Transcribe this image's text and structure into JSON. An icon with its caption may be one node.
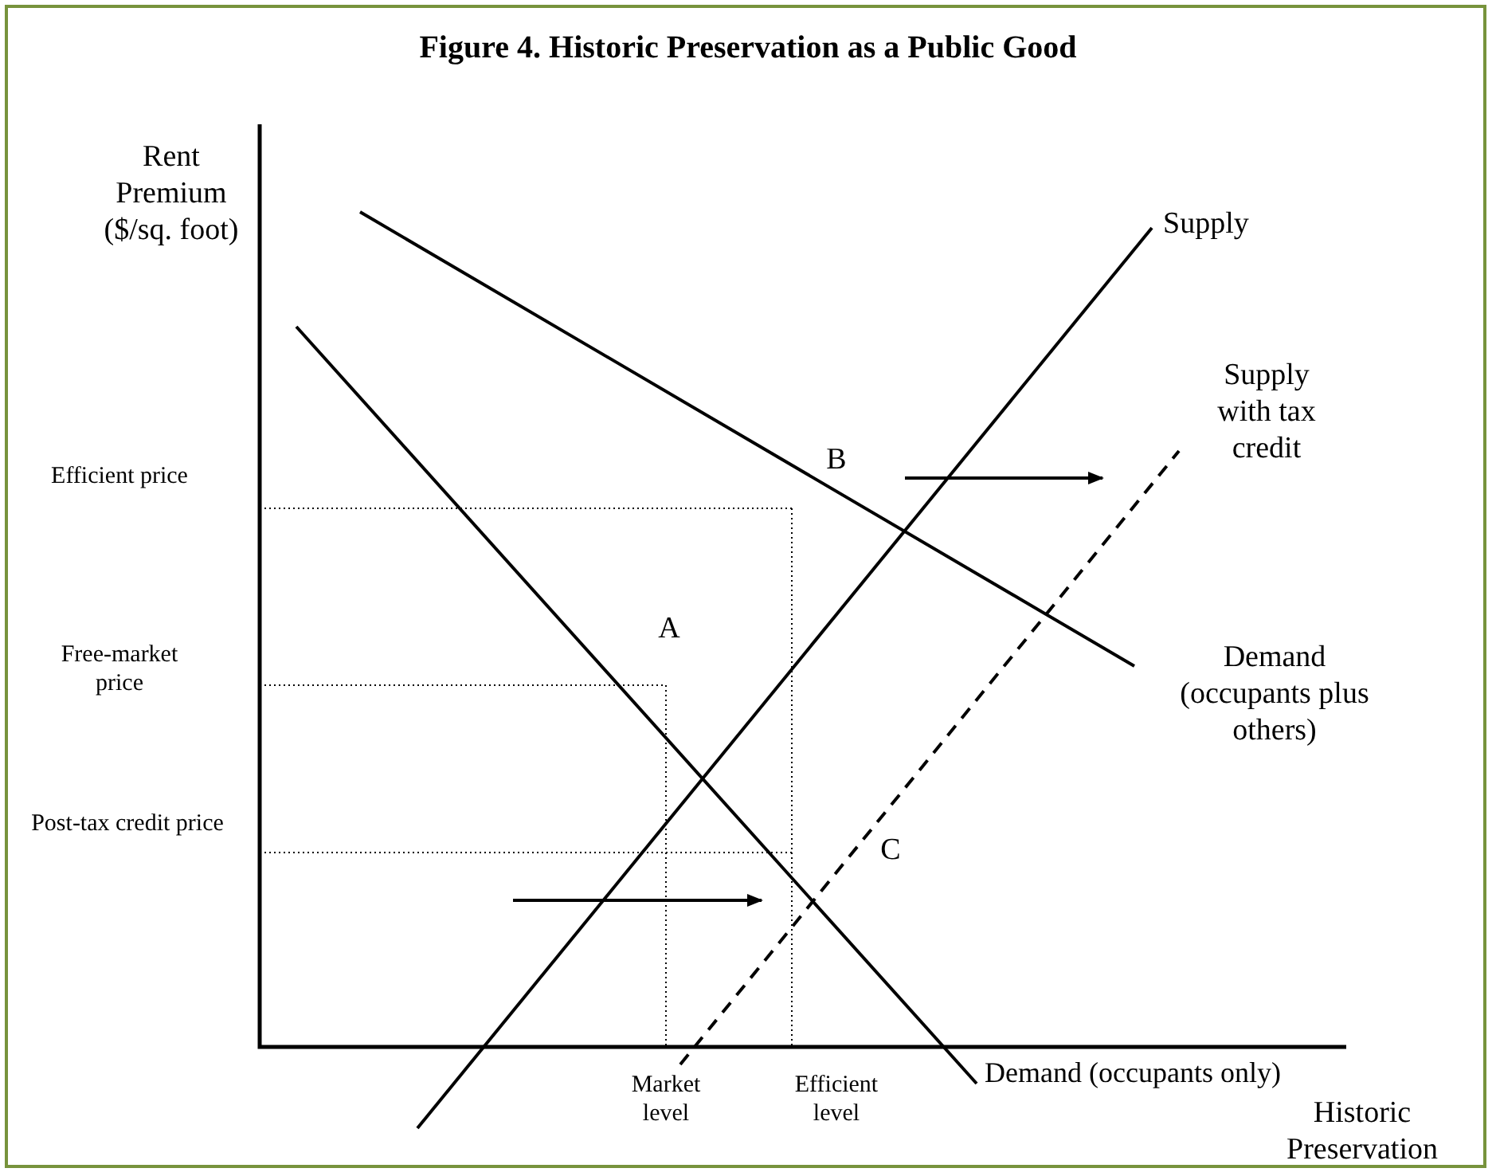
{
  "diagram": {
    "title": "Figure 4. Historic Preservation as a Public Good",
    "labels": [
      "Rent Premium ($/sq. foot)",
      "Supply",
      "Supply with tax credit",
      "Efficient price",
      "B",
      "A",
      "Free-market price",
      "Demand (occupants plus others)",
      "Post-tax credit price",
      "C",
      "Demand (occupants only)",
      "Market level",
      "Efficient level",
      "Historic Preservation"
    ]
  }
}
